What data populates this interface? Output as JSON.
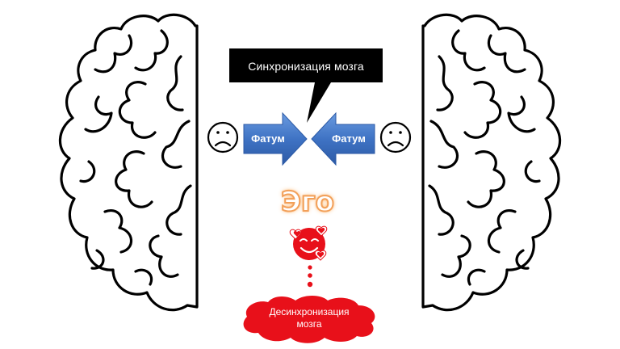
{
  "callout": {
    "text": "Синхронизация мозга"
  },
  "arrows": {
    "left_label": "Фатум",
    "right_label": "Фатум"
  },
  "center": {
    "title": "Эго"
  },
  "desync": {
    "line1": "Десинхронизация",
    "line2": "мозга"
  },
  "colors": {
    "arrow_blue": "#3f73c4",
    "ego_orange": "#f2a05a",
    "blob_red": "#e8101a",
    "callout_bg": "#000000"
  },
  "icons": [
    "left-brain-hemisphere",
    "right-brain-hemisphere",
    "sad-face-icon",
    "smiling-face-with-hearts-icon"
  ]
}
